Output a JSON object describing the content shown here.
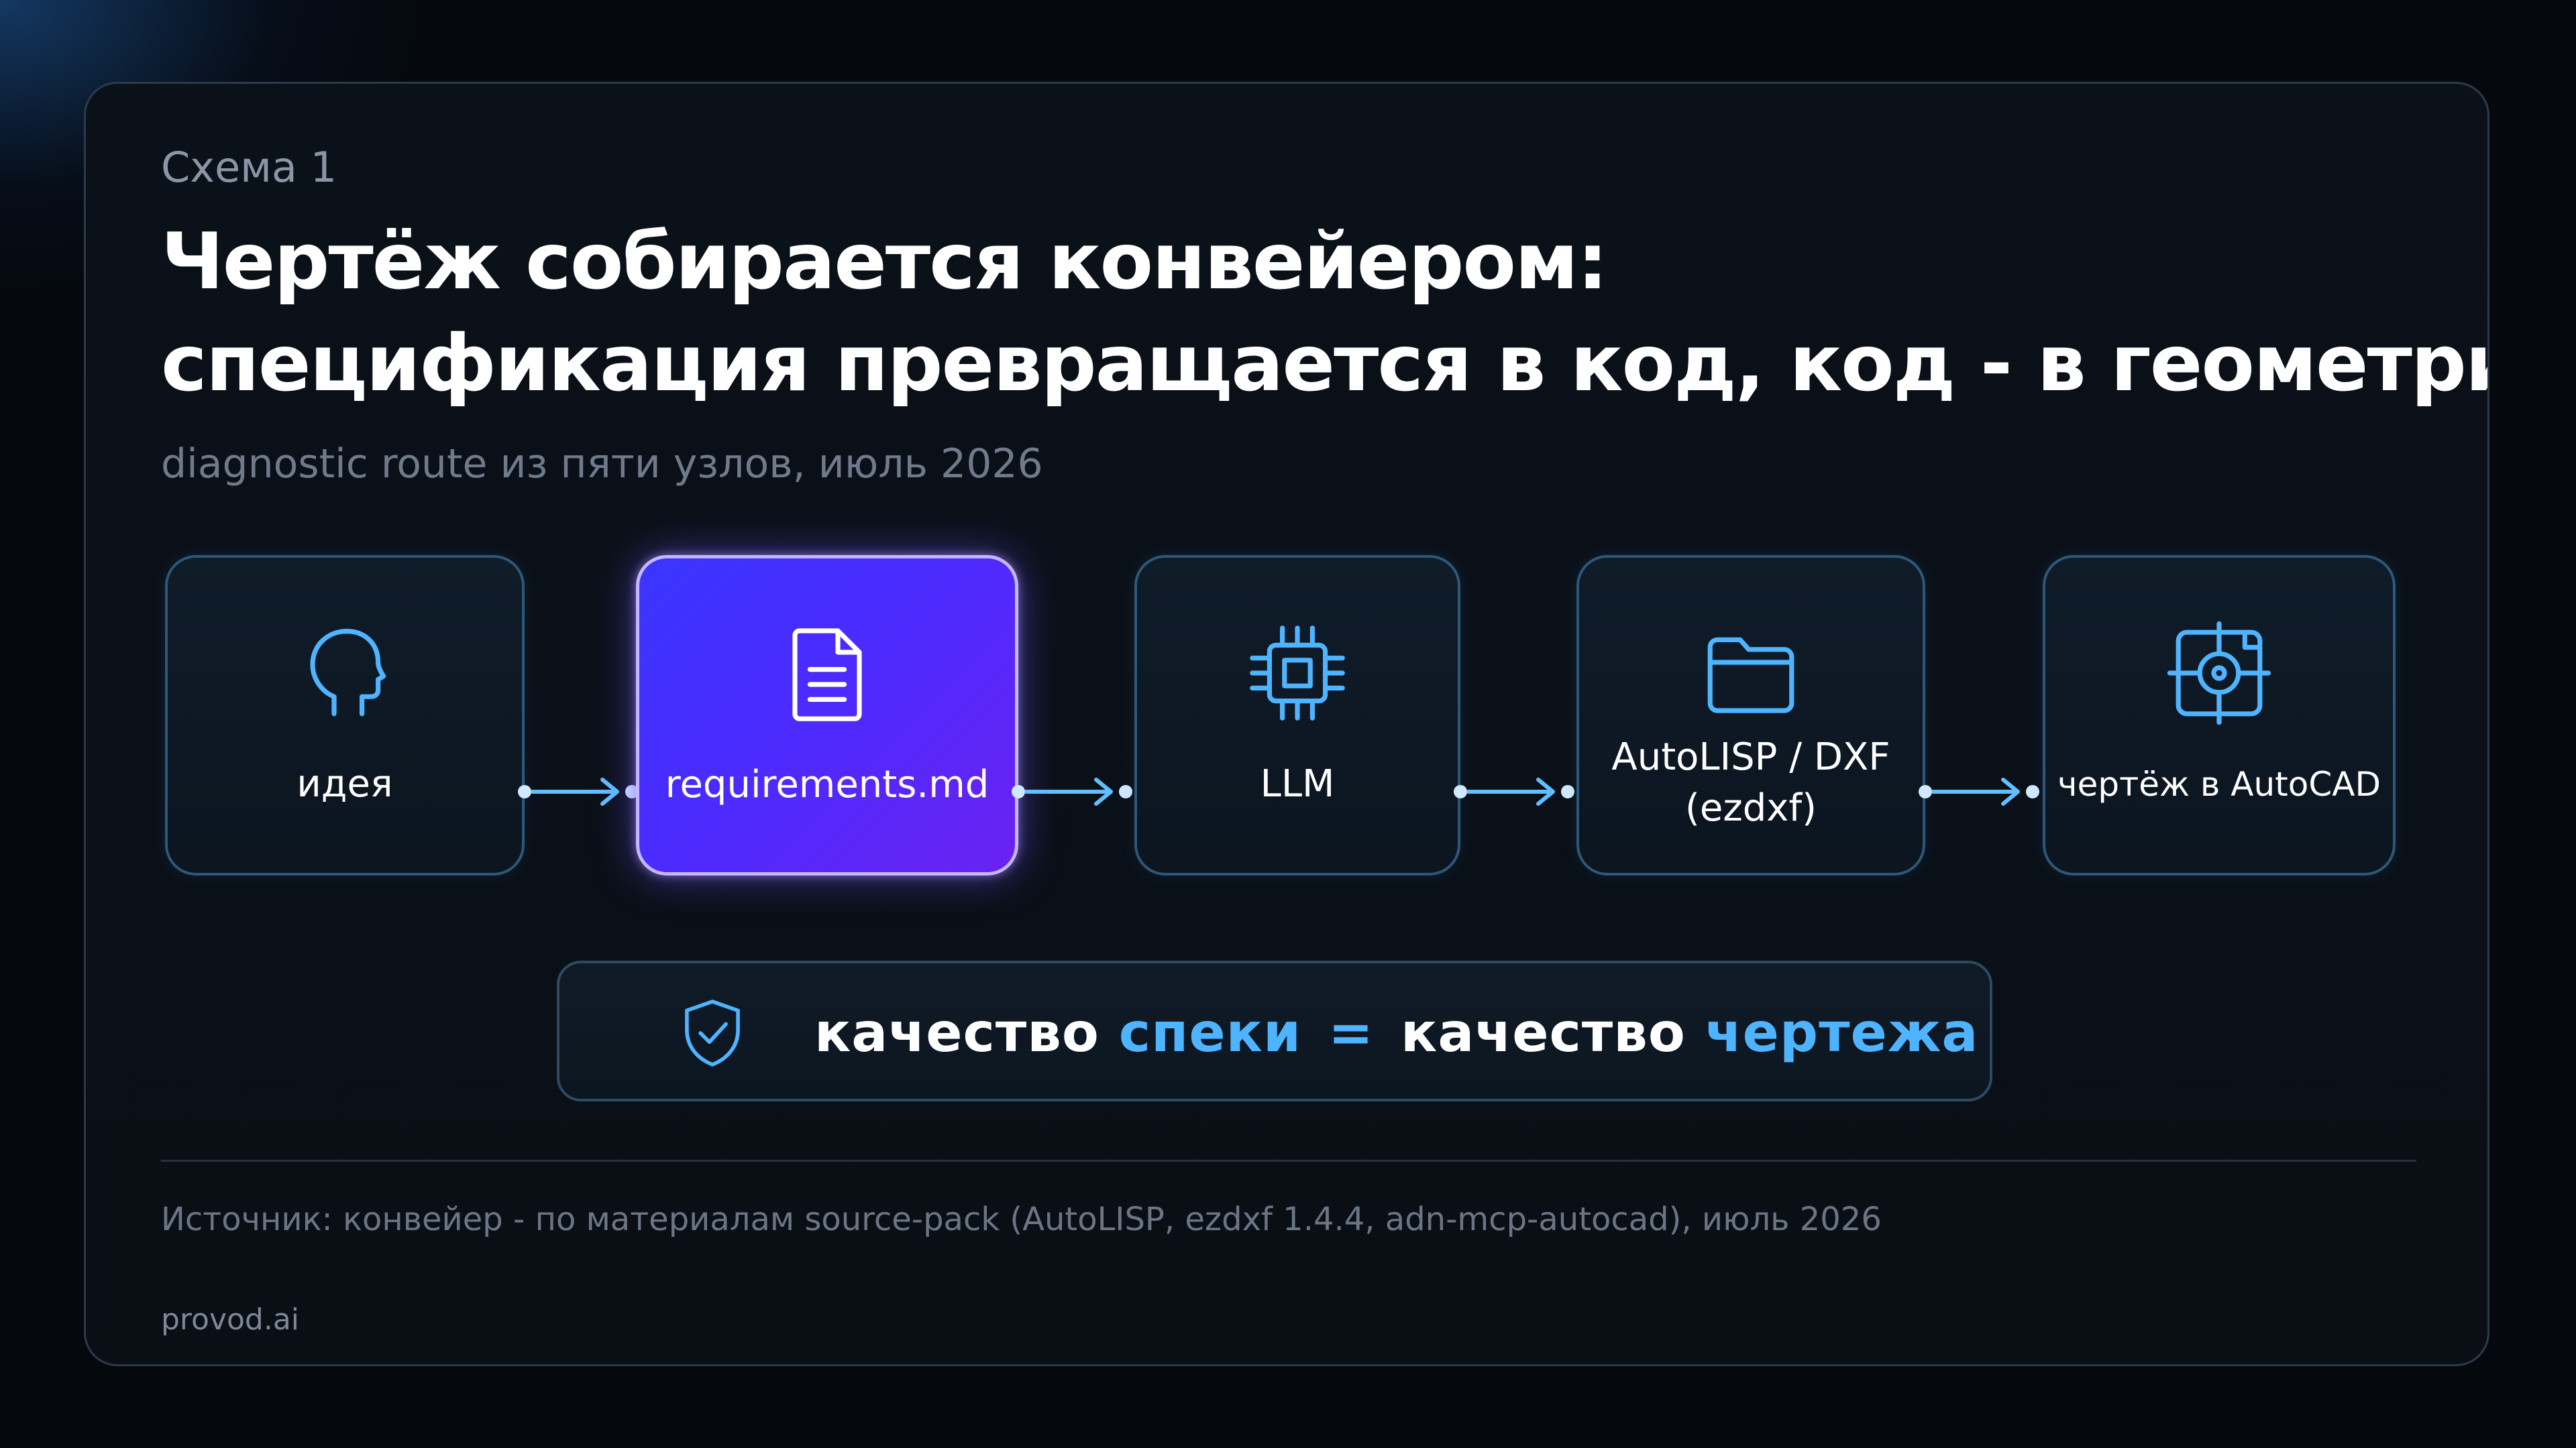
{
  "header": {
    "kicker": "Схема 1",
    "title_line1": "Чертёж собирается конвейером:",
    "title_line2": "спецификация превращается в код, код - в геометрию.",
    "subtitle": "diagnostic route из пяти узлов, июль 2026"
  },
  "nodes": [
    {
      "label": "идея",
      "icon": "head-icon",
      "active": false
    },
    {
      "label": "requirements.md",
      "icon": "document-icon",
      "active": true
    },
    {
      "label": "LLM",
      "icon": "chip-icon",
      "active": false
    },
    {
      "label_line1": "AutoLISP / DXF",
      "label_line2": "(ezdxf)",
      "icon": "folder-icon",
      "active": false
    },
    {
      "label": "чертёж в AutoCAD",
      "icon": "target-icon",
      "active": false
    }
  ],
  "formula": {
    "part1": "качество",
    "part2": "спеки",
    "equals": "=",
    "part3": "качество",
    "part4": "чертежа",
    "icon": "shield-check-icon"
  },
  "footer": {
    "source": "Источник: конвейер - по материалам source-pack (AutoLISP, ezdxf 1.4.4, adn-mcp-autocad), июль 2026",
    "brand": "provod.ai"
  },
  "colors": {
    "accent": "#4fb4ff",
    "active_node": "#4b2bff",
    "node_border": "#2d5878",
    "background": "#05080d"
  }
}
